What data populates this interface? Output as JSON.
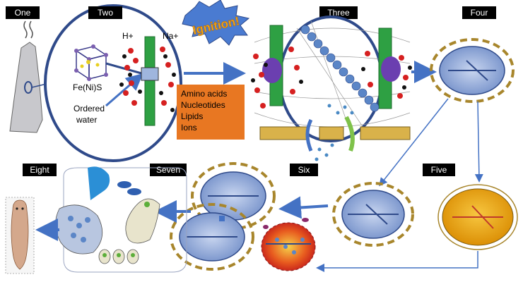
{
  "stages": {
    "one": "One",
    "two": "Two",
    "three": "Three",
    "four": "Four",
    "five": "Five",
    "six": "Six",
    "seven": "Seven",
    "eight": "Eight"
  },
  "ions": {
    "proton": "H+",
    "sodium": "Na+"
  },
  "labels": {
    "mineral": "Fe(Ni)S",
    "water_line1": "Ordered",
    "water_line2": "water",
    "ignition": "Ignition!"
  },
  "molecules": [
    "Amino acids",
    "Nucleotides",
    "Lipids",
    "Ions"
  ],
  "colors": {
    "label_box": "#000000",
    "label_text": "#ffffff",
    "vesicle_ring": "#2f4a8a",
    "arrow": "#4472c4",
    "membrane_green": "#2ea043",
    "orange_box": "#e87722",
    "cell_blue": "#8fa8d8",
    "dashed_gold": "#a8862c",
    "yellow_cell": "#f2b705",
    "red_ion": "#d62020"
  }
}
